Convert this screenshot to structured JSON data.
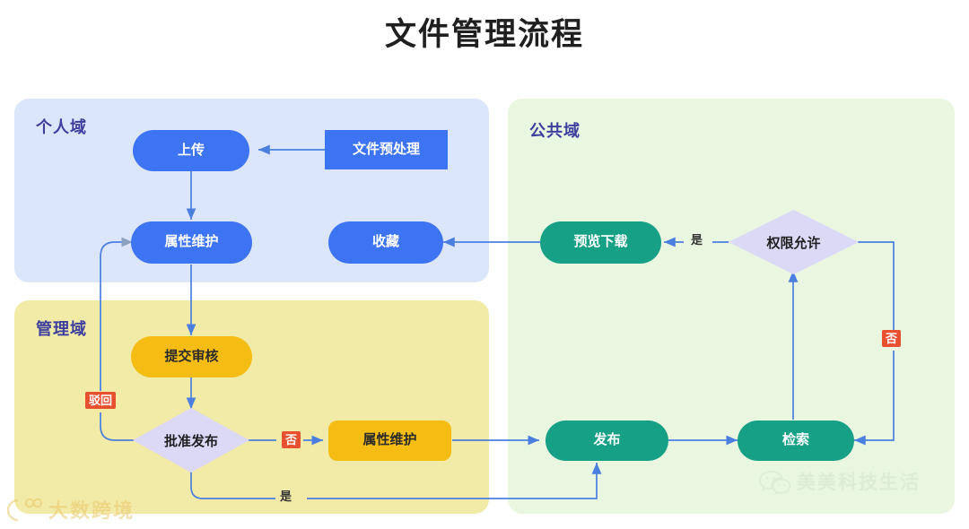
{
  "title": "文件管理流程",
  "panels": [
    {
      "id": "personal",
      "label": "个人域",
      "color": "#dce6fb"
    },
    {
      "id": "admin",
      "label": "管理域",
      "color": "#f2eaa7"
    },
    {
      "id": "public",
      "label": "公共域",
      "color": "#e9f7e0"
    }
  ],
  "nodes": {
    "upload": {
      "label": "上传",
      "shape": "pill",
      "color": "#3d74f4"
    },
    "preprocess": {
      "label": "文件预处理",
      "shape": "rect",
      "color": "#3d74f4"
    },
    "attr_personal": {
      "label": "属性维护",
      "shape": "pill",
      "color": "#3d74f4"
    },
    "favorite": {
      "label": "收藏",
      "shape": "pill",
      "color": "#3d74f4"
    },
    "submit_review": {
      "label": "提交审核",
      "shape": "pill",
      "color": "#f5bc13"
    },
    "approve_publish": {
      "label": "批准发布",
      "shape": "diamond",
      "color": "#dcd9f7"
    },
    "attr_admin": {
      "label": "属性维护",
      "shape": "rrect",
      "color": "#f5bc13"
    },
    "preview_download": {
      "label": "预览下载",
      "shape": "pill",
      "color": "#16a085"
    },
    "permission": {
      "label": "权限允许",
      "shape": "diamond",
      "color": "#dcd9f7"
    },
    "publish": {
      "label": "发布",
      "shape": "pill",
      "color": "#16a085"
    },
    "search": {
      "label": "检索",
      "shape": "pill",
      "color": "#16a085"
    }
  },
  "edge_labels": {
    "reject": "驳回",
    "no_admin": "否",
    "yes_admin": "是",
    "yes_public": "是",
    "no_public": "否"
  },
  "colors": {
    "edge": "#4a7fe0",
    "edge_muted": "#8aa2c0",
    "chip_bg": "#e8512f",
    "chip_text": "#ffffff",
    "panel_label": "#3c3f9e",
    "title": "#1f1f1f"
  },
  "watermarks": {
    "left": "大数跨境",
    "right": "美美科技生活"
  }
}
